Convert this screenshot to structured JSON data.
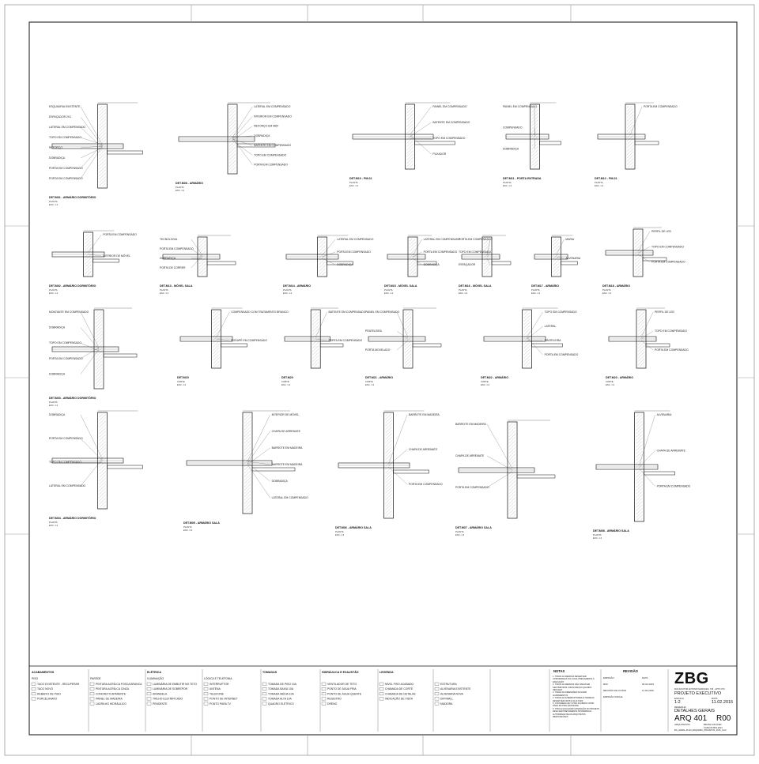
{
  "sheet_code": "ARQ 401",
  "revision": "R00",
  "title_block": {
    "logo": "ZBG",
    "logo_sub": "RUA DOUTOR ANTONIO MARQUES, 745 · APTO 070",
    "phase": "PROJETO EXECUTIVO",
    "scale_label": "ESCALA",
    "scale": "1:2",
    "date_label": "DATA",
    "date": "11.02.2015",
    "drawing_label": "DESENHO",
    "drawing": "DETALHES GERAIS",
    "architect_label": "ARQUITETOS",
    "architects": [
      "BRUNO ZAITTER",
      "CARLOS BOLZAN"
    ],
    "footer": "BG_GERAL.PLAN_ESQUEMA_PROJETOS_2015_CLIC"
  },
  "revisions": {
    "header": "REVISÃO",
    "rows": [
      [
        "EMISSÃO",
        "DATA"
      ],
      [
        "R00",
        "03.02.2015"
      ],
      [
        "REVISÃO DE COTAS",
        "11.02.2015"
      ],
      [
        "EMISSÃO INICIAL",
        ""
      ]
    ]
  },
  "notes": {
    "header": "NOTAS",
    "items": [
      "1. TODAS AS MEDIDAS DEVEM SER CONFIRMADAS NO LOCAL PREVIAMENTE À EXECUÇÃO",
      "2. TODAS AS MEDIDAS SÃO DADAS EM CENTÍMETROS COM EXCEÇÃO QUANDO INDICADO",
      "3. TODAS AS DIMENSÕES INCLUEM ACABAMENTOS",
      "4. TODAS AS INTERRUPTORES E TOMADAS DEVEM SER FEITAS NA ALTURA",
      "5. CONSIDERA-SE O PISO ACABADO COMO NÍVEL DO PISO EXISTENTE",
      "6. TODA E QUALQUER ALTERAÇÃO DO PROJETO DEVE SER PREVIAMENTE INFORMADA E AUTORIZADA PELOS ARQUITETOS RESPONSÁVEIS"
    ]
  },
  "legend_sections": [
    {
      "title": "ACABAMENTOS",
      "sub": "PISO",
      "items": [
        "TACO EXISTENTE - RECUPERAR",
        "TACO NOVO",
        "REBAIXO DE PISO",
        "PORCELANATO"
      ]
    },
    {
      "title": "",
      "sub": "PAREDE",
      "items": [
        "PINTURA ACRÍLICA FOSCA BRANCA",
        "PINTURA ACRÍLICA CINZA",
        "CONCRETO APARENTE",
        "PAINEL DE MADEIRA",
        "LADRILHO HIDRÁULICO"
      ]
    },
    {
      "title": "ELÉTRICA",
      "sub": "ILUMINAÇÃO",
      "items": [
        "LUMINÁRIA DE EMBUTIR NO TETO",
        "LUMINÁRIA DE SOBREPOR",
        "ARANDELA",
        "TRILHO ELETRIFICADO",
        "PENDENTE"
      ]
    },
    {
      "title": "",
      "sub": "LÓGICA E TELEFONIA",
      "items": [
        "INTERRUPTOR",
        "ANTENA",
        "TELEFONE",
        "PONTO DE INTERNET",
        "PONTO PARA TV"
      ]
    },
    {
      "title": "TOMADAS",
      "sub": "",
      "items": [
        "TOMADA DE PISO 10A",
        "TOMADA BAIXA 10A",
        "TOMADA MÉDIA 10A",
        "TOMADA ALTA 10A",
        "QUADRO ELÉTRICO"
      ]
    },
    {
      "title": "HIDRÁULICA E EXAUSTÃO",
      "sub": "",
      "items": [
        "VENTILADOR DE TETO",
        "PONTO DE ÁGUA FRIA",
        "PONTO DE ÁGUA QUENTE",
        "REGISTRO",
        "DRENO"
      ]
    },
    {
      "title": "LEGENDA",
      "sub": "",
      "items": [
        "NÍVEL PISO ACABADO",
        "CHAMADA DE CORTE",
        "CHAMADA DE DETALHE",
        "INDICAÇÃO DE VISTA"
      ]
    },
    {
      "title": "",
      "sub": "",
      "items": [
        "ESTRUTURA",
        "ALVENARIA EXISTENTE",
        "ALVENARIA NOVA",
        "DRYWALL",
        "MADEIRA"
      ]
    }
  ],
  "details": [
    {
      "id": "d01",
      "title": "DET.M01 - ARMÁRIO DORMITÓRIO",
      "sub": "PLANTA",
      "scale": "ESC. 1:2",
      "labels": [
        "ESQUADRIA EXISTENTE",
        "ESPAÇADOR 2X1",
        "LATERAL EM COMPENSADO",
        "TOPO EM COMPENSADO",
        "REFORÇO",
        "DOBRADIÇA",
        "PORTA EM COMPENSADO",
        "PORTA EM COMPENSADO"
      ]
    },
    {
      "id": "d02",
      "title": "DET.M08 - ARMÁRIO",
      "sub": "PLANTA",
      "scale": "ESC. 1:2",
      "labels": [
        "LATERAL EM COMPENSADO",
        "INTERIOR EM COMPENSADO",
        "REFORÇO EM MDF",
        "DOBRADIÇA",
        "BATENTE EM COMPENSADO",
        "TOPO EM COMPENSADO",
        "PORTA EM COMPENSADO"
      ]
    },
    {
      "id": "d03",
      "title": "DET.M10 - PM-01",
      "sub": "PLANTA",
      "scale": "ESC. 1:2",
      "labels": [
        "PAINEL EM COMPENSADO",
        "BATENTE EM COMPENSADO",
        "TOPO EM COMPENSADO",
        "PUXADOR"
      ]
    },
    {
      "id": "d04",
      "title": "DET.M11 - PORTA ENTRADA",
      "sub": "PLANTA",
      "scale": "ESC. 1:2",
      "labels": [
        "PAINEL EM COMPENSADO",
        "COMPENSADO",
        "DOBRADIÇA"
      ]
    },
    {
      "id": "d05",
      "title": "DET.M12 - PM-01",
      "sub": "PLANTA",
      "scale": "ESC. 1:2",
      "labels": [
        "PORTA EM COMPENSADO"
      ]
    },
    {
      "id": "d06",
      "title": "DET.M02 - ARMÁRIO DORMITÓRIO",
      "sub": "PLANTA",
      "scale": "ESC. 1:2",
      "labels": [
        "PORTA EM COMPENSADO",
        "INTERIOR DE MÓVEL"
      ]
    },
    {
      "id": "d07",
      "title": "DET.M13 - MÓVEL SALA",
      "sub": "PLANTA",
      "scale": "ESC. 1:2",
      "labels": [
        "TECNOLOGIA",
        "PORTA EM COMPENSADO",
        "DOBRADIÇA",
        "PORTA DE CORRER"
      ]
    },
    {
      "id": "d08",
      "title": "DET.M14 - ARMÁRIO",
      "sub": "PLANTA",
      "scale": "ESC. 1:2",
      "labels": [
        "LATERAL EM COMPENSADO",
        "PORTA EM COMPENSADO",
        "DOBRADIÇA"
      ]
    },
    {
      "id": "d09",
      "title": "DET.M15 - MÓVEL SALA",
      "sub": "PLANTA",
      "scale": "ESC. 1:2",
      "labels": [
        "LATERAL EM COMPENSADO",
        "PORTA EM COMPENSADO",
        "DOBRADIÇA"
      ]
    },
    {
      "id": "d10",
      "title": "DET.M16 - MÓVEL SALA",
      "sub": "PLANTA",
      "scale": "ESC. 1:2",
      "labels": [
        "PORTA EM COMPENSADO",
        "TOPO EM COMPENSADO",
        "ESPAÇADOR"
      ]
    },
    {
      "id": "d11",
      "title": "DET.M17 - ARMÁRIO",
      "sub": "PLANTA",
      "scale": "ESC. 1:2",
      "labels": [
        "MARIA",
        "ALVENARIA"
      ]
    },
    {
      "id": "d12",
      "title": "DET.M18 - ARMÁRIO",
      "sub": "PLANTA",
      "scale": "ESC. 1:2",
      "labels": [
        "PERFIL DE LED",
        "TOPO EM COMPENSADO",
        "PORTA EM COMPENSADO"
      ]
    },
    {
      "id": "d13",
      "title": "DET.M03 - ARMÁRIO DORMITÓRIO",
      "sub": "PLANTA",
      "scale": "ESC. 1:2",
      "labels": [
        "MONTANTE EM COMPENSADO",
        "DOBRADIÇA",
        "TOPO EM COMPENSADO",
        "PORTA EM COMPENSADO",
        "DOBRADIÇA"
      ]
    },
    {
      "id": "d14",
      "title": "DET.M19",
      "sub": "CORTE",
      "scale": "ESC. 1:2",
      "labels": [
        "COMPENSADO COM TRATAMENTO BRANCO",
        "RODAPÉ EM COMPENSADO"
      ]
    },
    {
      "id": "d15",
      "title": "DET.M20",
      "sub": "CORTE",
      "scale": "ESC. 1:2",
      "labels": [
        "BATENTE EM COMPENSADO",
        "PORTA EM COMPENSADO"
      ]
    },
    {
      "id": "d16",
      "title": "DET.M21 - ARMÁRIO",
      "sub": "CORTE",
      "scale": "ESC. 1:2",
      "labels": [
        "PAINEL EM COMPENSADO",
        "PRATELEIRA",
        "PORTA MOVELADO"
      ]
    },
    {
      "id": "d17",
      "title": "DET.M22 - ARMÁRIO",
      "sub": "CORTE",
      "scale": "ESC. 1:2",
      "labels": [
        "TOPO EM COMPENSADO",
        "LATERAL",
        "PRATELEIRA",
        "PORTA EM COMPENSADO"
      ]
    },
    {
      "id": "d18",
      "title": "DET.M23 - ARMÁRIO",
      "sub": "CORTE",
      "scale": "ESC. 1:2",
      "labels": [
        "PERFIL DE LED",
        "TOPO EM COMPENSADO",
        "PORTA EM COMPENSADO"
      ]
    },
    {
      "id": "d19",
      "title": "DET.M04 - ARMÁRIO DORMITÓRIO",
      "sub": "PLANTA",
      "scale": "ESC. 1:2",
      "labels": [
        "DOBRADIÇA",
        "PORTA EM COMPENSADO",
        "TOPO EM COMPENSADO",
        "LATERAL EM COMPENSADO"
      ]
    },
    {
      "id": "d20",
      "title": "DET.M05 - ARMÁRIO SALA",
      "sub": "PLANTA",
      "scale": "ESC. 1:2",
      "labels": [
        "INTERIOR DE MÓVEL",
        "CHAPA DE ARREMATE",
        "BARROTE EM MADEIRA",
        "BARROTE EM MADEIRA",
        "DOBRADIÇA",
        "LATERAL EM COMPENSADO"
      ]
    },
    {
      "id": "d21",
      "title": "DET.M06 - ARMÁRIO SALA",
      "sub": "PLANTA",
      "scale": "ESC. 1:2",
      "labels": [
        "BARROTE EM MADEIRA",
        "CHAPA DE ARREMATE",
        "PORTA EM COMPENSADO"
      ]
    },
    {
      "id": "d22",
      "title": "DET.M07 - ARMÁRIO SALA",
      "sub": "PLANTA",
      "scale": "ESC. 1:2",
      "labels": [
        "BARROTE EM MADEIRA",
        "CHAPA DE ARREMATE",
        "PORTA EM COMPENSADO"
      ]
    },
    {
      "id": "d23",
      "title": "DET.M08 - ARMÁRIO SALA",
      "sub": "PLANTA",
      "scale": "ESC. 1:2",
      "labels": [
        "ALVENARIA",
        "CHAPA DE ARREMATE",
        "PORTA EM COMPENSADO"
      ]
    }
  ]
}
